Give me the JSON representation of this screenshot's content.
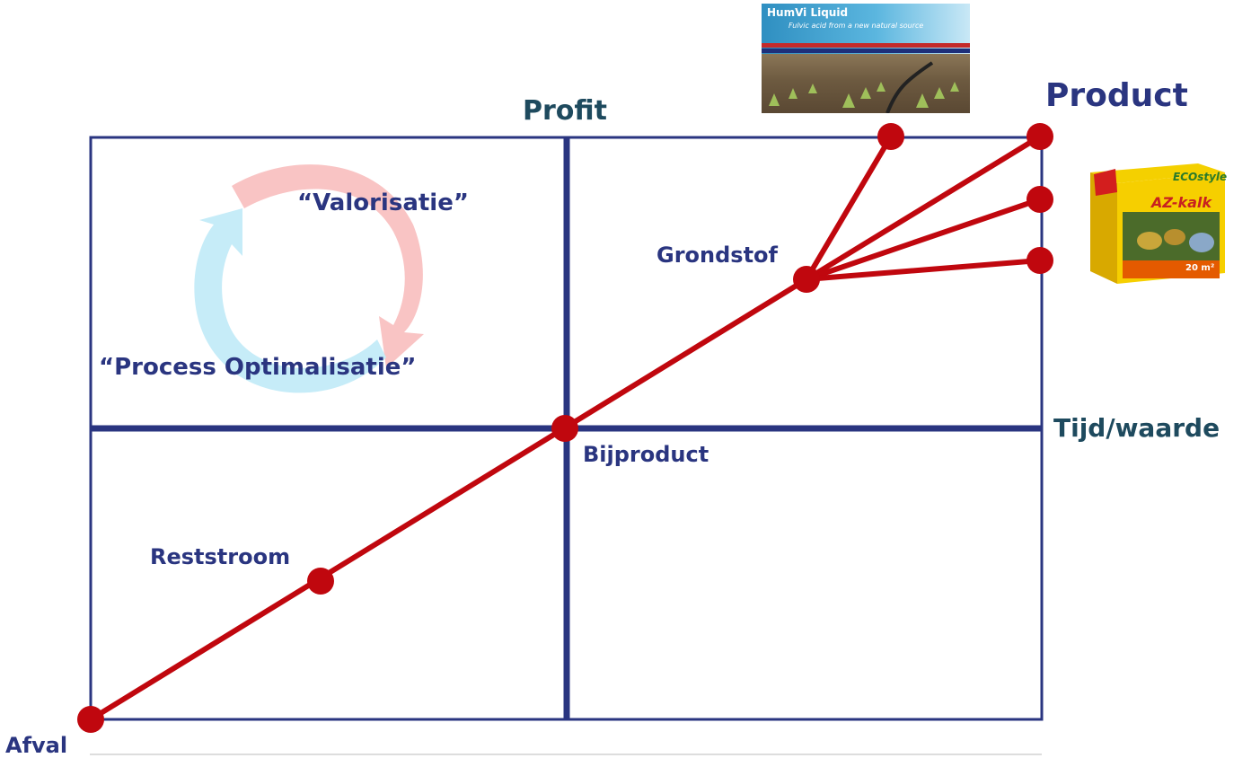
{
  "labels": {
    "profit": "Profit",
    "product": "Product",
    "tijd_waarde": "Tijd/waarde",
    "afval": "Afval",
    "reststroom": "Reststroom",
    "bijproduct": "Bijproduct",
    "grondstof": "Grondstof",
    "valorisatie": "“Valorisatie”",
    "process_optimalisatie": "“Process Optimalisatie”"
  },
  "humvi_image": {
    "title": "HumVi Liquid",
    "subtitle": "Fulvic acid from a new natural source"
  },
  "azkalk_image": {
    "brand": "ECOstyle",
    "product": "AZ-kalk",
    "badge": "20 m²"
  },
  "colors": {
    "grid": "#2a3580",
    "path": "#c0070e",
    "cycle_red": "#f9c4c4",
    "cycle_blue": "#c6ecf8"
  }
}
